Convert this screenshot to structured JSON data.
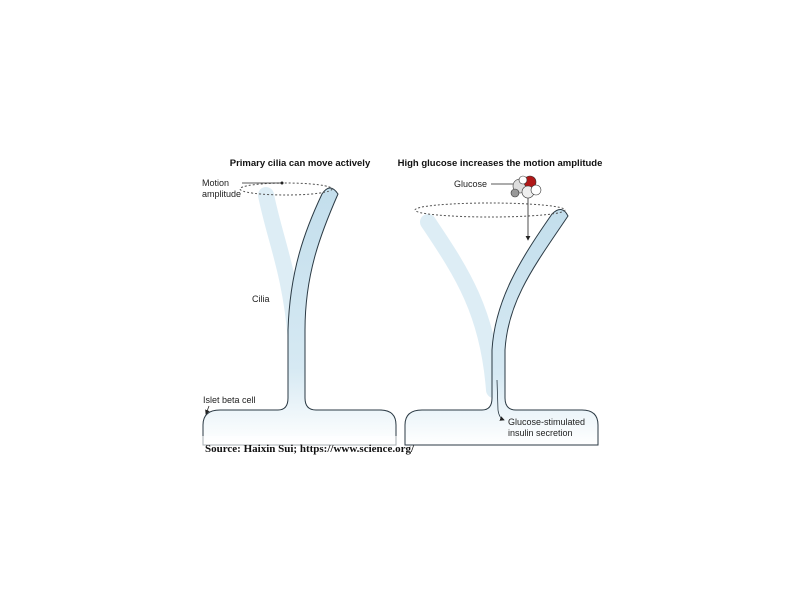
{
  "left_panel": {
    "title": "Primary cilia can move actively",
    "label_motion": [
      "Motion",
      "amplitude"
    ],
    "label_cilia": "Cilia",
    "label_cell": "Islet beta cell"
  },
  "right_panel": {
    "title": "High glucose increases the motion amplitude",
    "label_glucose": "Glucose",
    "label_secretion": [
      "Glucose-stimulated",
      "insulin secretion"
    ]
  },
  "source": "Source: Haixin Sui; https://www.science.org/",
  "colors": {
    "cilium": "#c3deec",
    "ghost": "#ddedf5",
    "outline": "#2b3a44",
    "oxygen": "#b01818"
  }
}
